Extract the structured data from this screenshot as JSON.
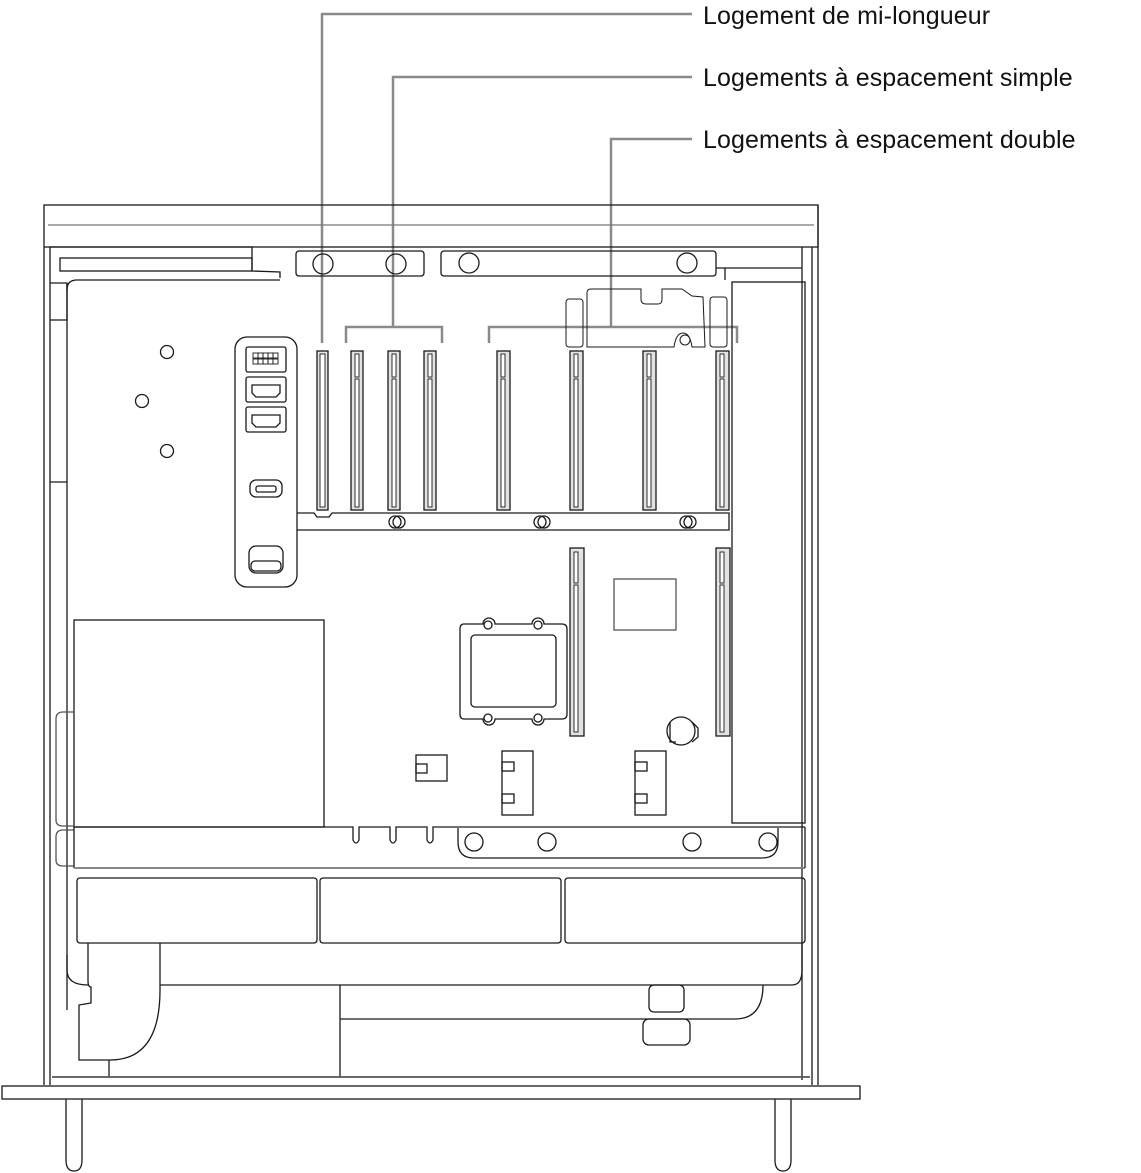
{
  "diagram": {
    "subject": "Mac Pro side view, internal layout",
    "callouts": [
      {
        "label": "Logement de mi-longueur",
        "target": "half-length slot"
      },
      {
        "label": "Logements à espacement simple",
        "target": "single-wide slots"
      },
      {
        "label": "Logements à espacement double",
        "target": "double-wide slots"
      }
    ]
  },
  "colors": {
    "line": "#1a1a1a",
    "leader": "#8a8a8a",
    "slot_fill": "#e2e2e2",
    "background": "#ffffff"
  }
}
